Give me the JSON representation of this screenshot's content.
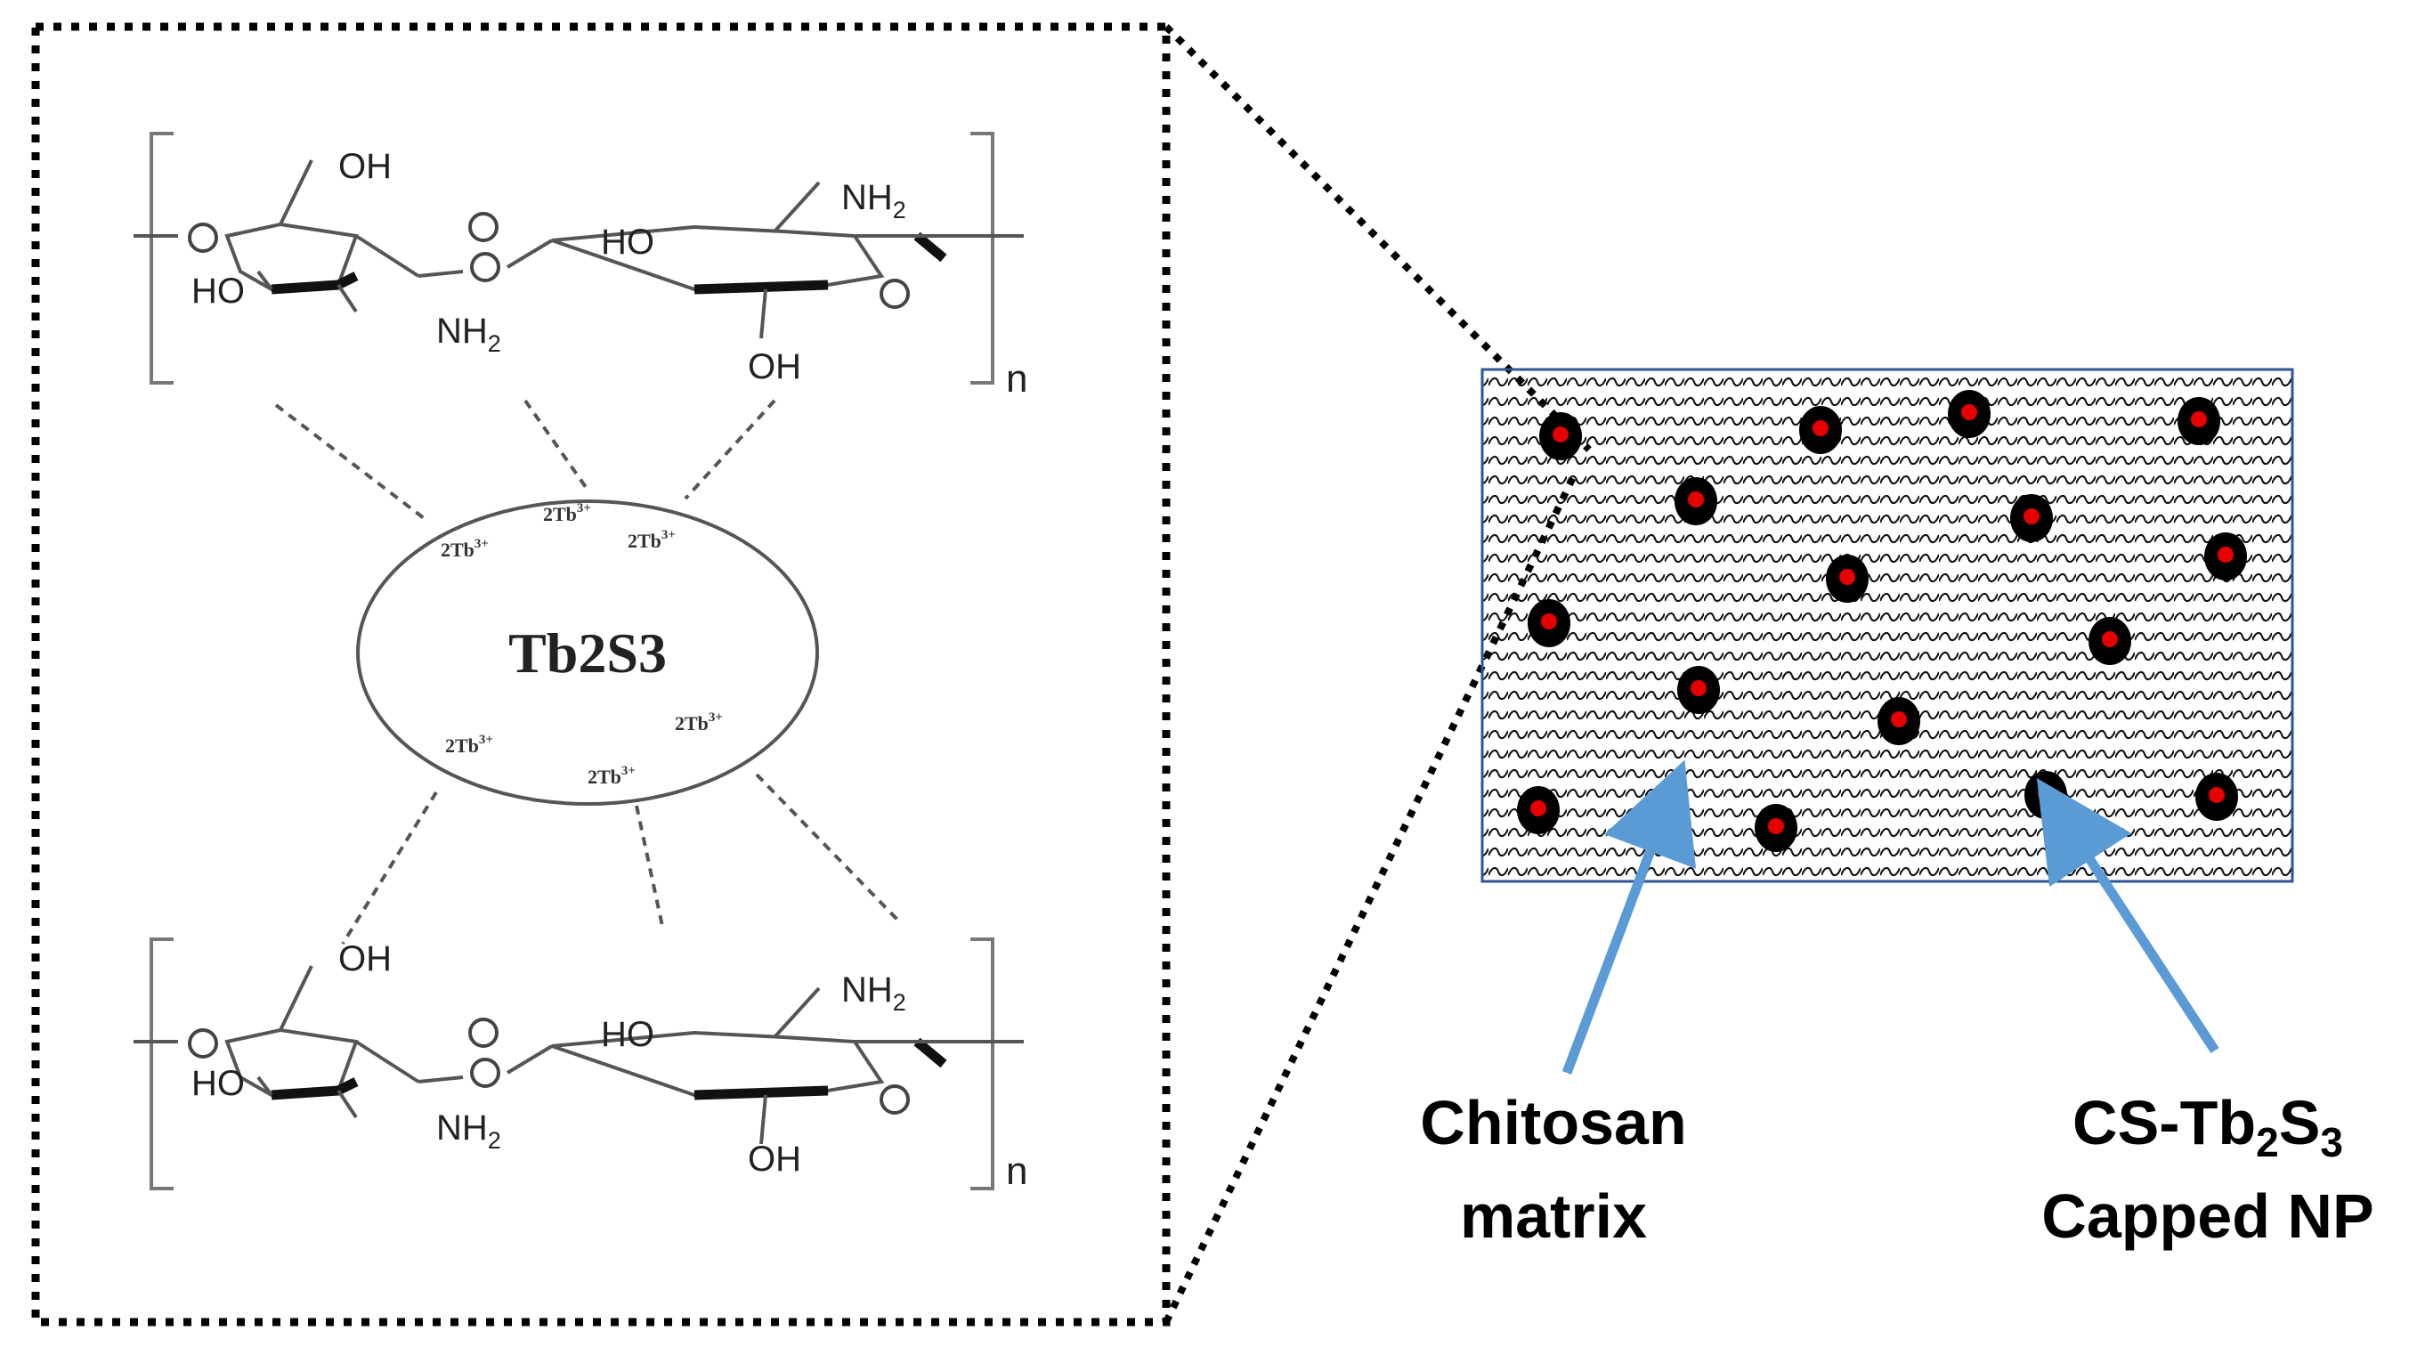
{
  "left_panel": {
    "top_unit": {
      "ring1": {
        "oh_top": "OH",
        "ho_left": "HO",
        "nh2": "NH",
        "nh2_sub": "2"
      },
      "ring2": {
        "ho_left": "HO",
        "nh2": "NH",
        "nh2_sub": "2",
        "oh_bottom": "OH"
      },
      "repeat": "n"
    },
    "core": {
      "label": "Tb2S3",
      "ions": [
        {
          "base": "2Tb",
          "charge": "3+"
        },
        {
          "base": "2Tb",
          "charge": "3+"
        },
        {
          "base": "2Tb",
          "charge": "3+"
        },
        {
          "base": "2Tb",
          "charge": "3+"
        },
        {
          "base": "2Tb",
          "charge": "3+"
        },
        {
          "base": "2Tb",
          "charge": "3+"
        }
      ]
    },
    "bottom_unit": {
      "ring1": {
        "oh_top": "OH",
        "ho_left": "HO",
        "nh2": "NH",
        "nh2_sub": "2"
      },
      "ring2": {
        "ho_left": "HO",
        "nh2": "NH",
        "nh2_sub": "2",
        "oh_bottom": "OH"
      },
      "repeat": "n"
    }
  },
  "right_panel": {
    "nanoparticle_count": 18,
    "labels": {
      "matrix_line1": "Chitosan",
      "matrix_line2": "matrix",
      "np_prefix": "CS-Tb",
      "np_sub1": "2",
      "np_mid": "S",
      "np_sub2": "3",
      "np_line2": "Capped NP"
    }
  },
  "colors": {
    "arrow": "#5b9bd5",
    "matrix_border": "#2e5597",
    "particle_core": "#e60000",
    "particle_shell": "#000000"
  }
}
